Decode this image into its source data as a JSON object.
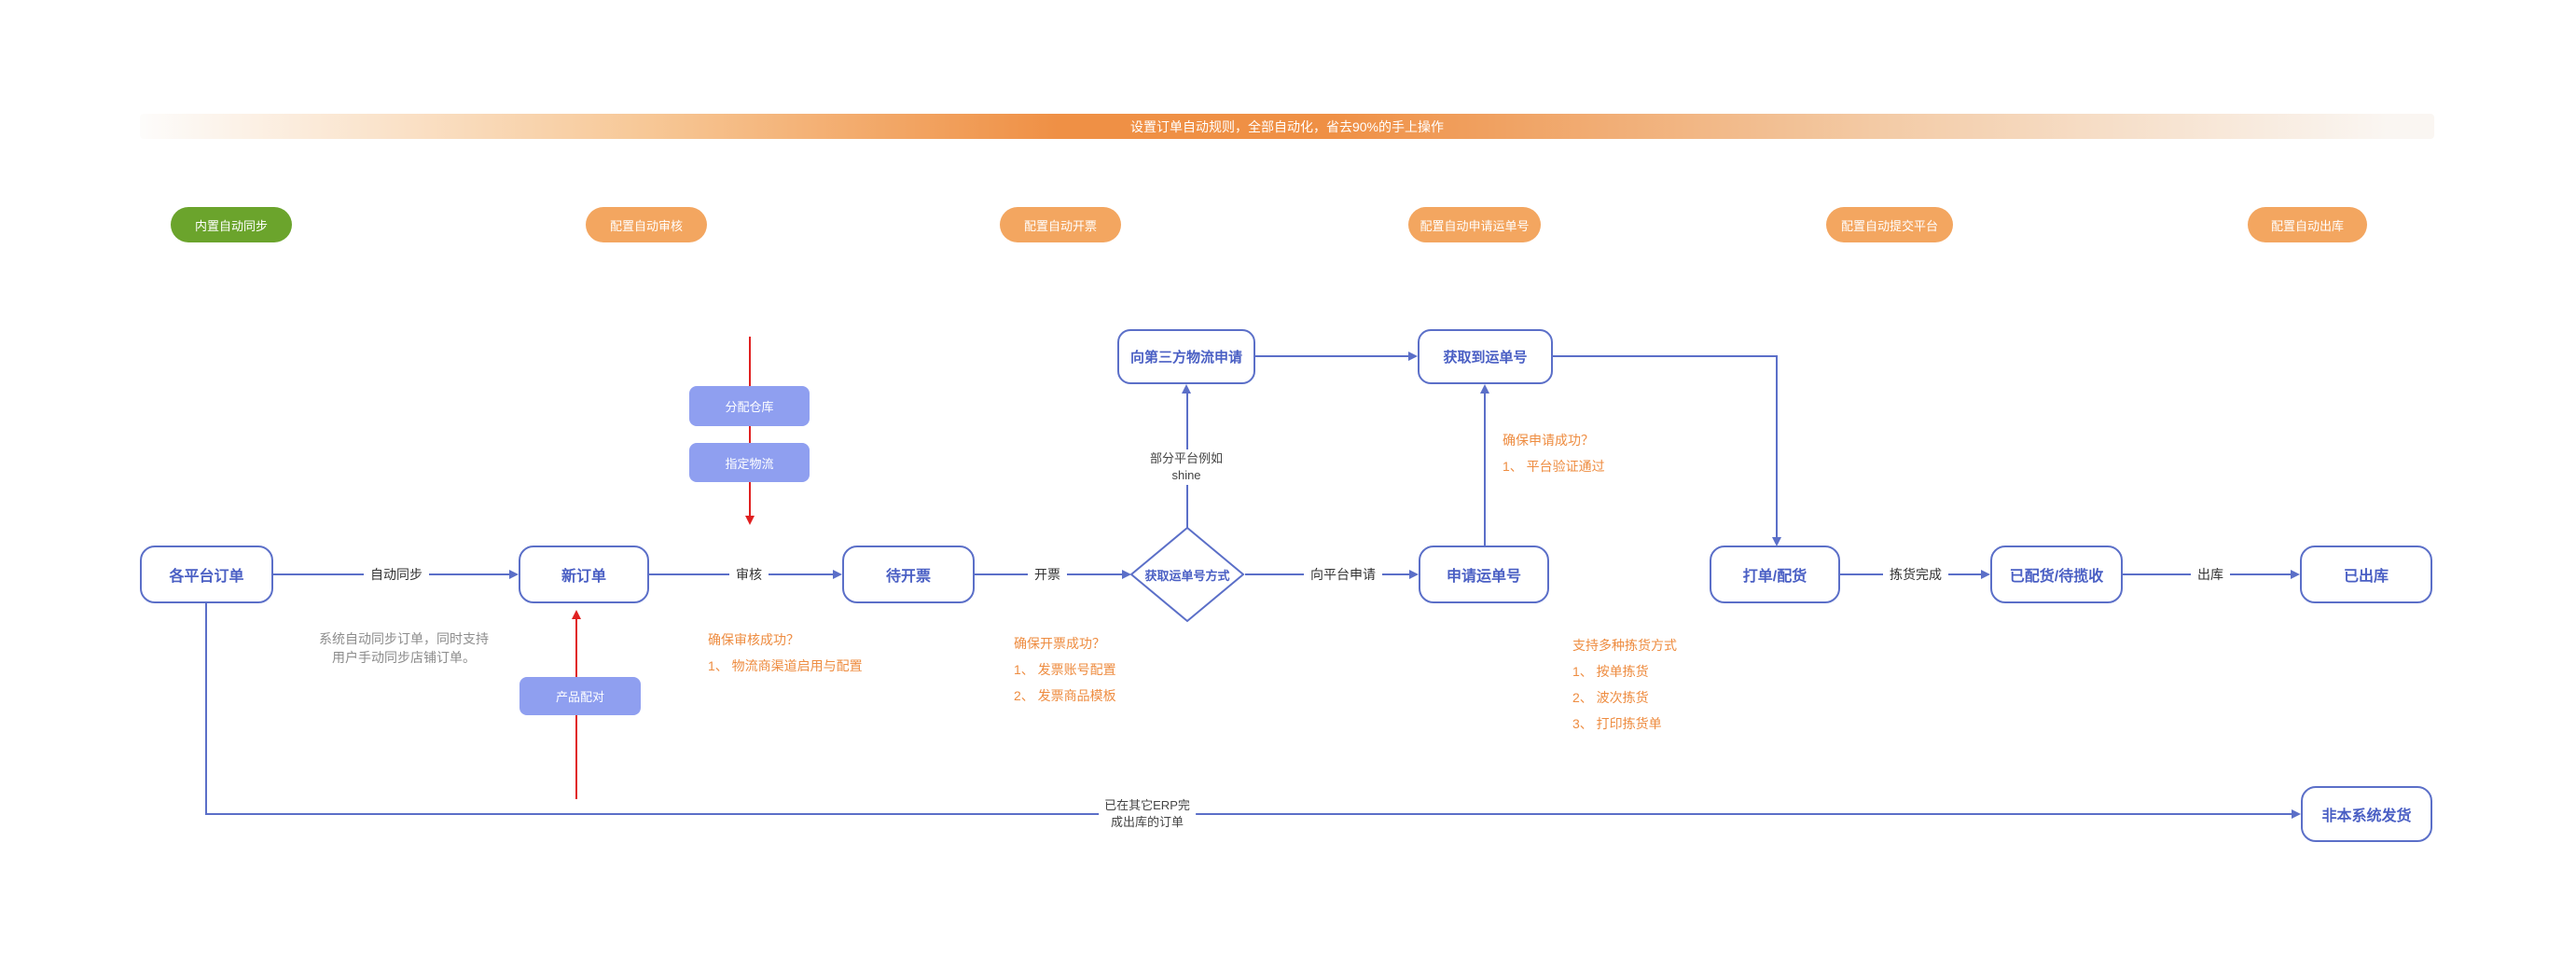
{
  "banner": {
    "text": "设置订单自动规则，全部自动化，省去90%的手上操作"
  },
  "pills": [
    {
      "label": "内置自动同步"
    },
    {
      "label": "配置自动审核"
    },
    {
      "label": "配置自动开票"
    },
    {
      "label": "配置自动申请运单号"
    },
    {
      "label": "配置自动提交平台"
    },
    {
      "label": "配置自动出库"
    }
  ],
  "nodes": {
    "platform_orders": "各平台订单",
    "new_order": "新订单",
    "pending_invoice": "待开票",
    "waybill_method": "获取运单号方式",
    "apply_waybill": "申请运单号",
    "print_allocate": "打单/配货",
    "allocated_pickup": "已配货/待揽收",
    "shipped": "已出库",
    "third_party_apply": "向第三方物流申请",
    "waybill_received": "获取到运单号",
    "non_system_ship": "非本系统发货"
  },
  "actions": {
    "assign_warehouse": "分配仓库",
    "assign_logistics": "指定物流",
    "product_match": "产品配对"
  },
  "edge_labels": {
    "auto_sync": "自动同步",
    "audit": "审核",
    "invoice": "开票",
    "apply_platform": "向平台申请",
    "pick_done": "拣货完成",
    "outbound": "出库",
    "partial_platform_line1": "部分平台例如",
    "partial_platform_line2": "shine",
    "erp_line1": "已在其它ERP完",
    "erp_line2": "成出库的订单"
  },
  "annotations": {
    "sync_note_line1": "系统自动同步订单，同时支持",
    "sync_note_line2": "用户手动同步店铺订单。",
    "audit_check": [
      "确保审核成功？",
      "1、 物流商渠道启用与配置"
    ],
    "invoice_check": [
      "确保开票成功？",
      "1、 发票账号配置",
      "2、 发票商品模板"
    ],
    "apply_check": [
      "确保申请成功？",
      "1、 平台验证通过"
    ],
    "pick_methods": [
      "支持多种拣货方式",
      "1、 按单拣货",
      "2、 波次拣货",
      "3、 打印拣货单"
    ]
  },
  "colors": {
    "accent_blue": "#5b6fc8",
    "node_text": "#4a5fc4",
    "purple_fill": "#8f9ff0",
    "annotation_orange": "#ee8c40",
    "green_pill": "#6ba42c",
    "orange_pill": "#f3a660",
    "banner_orange": "#ef9045",
    "red_line": "#e02020"
  }
}
